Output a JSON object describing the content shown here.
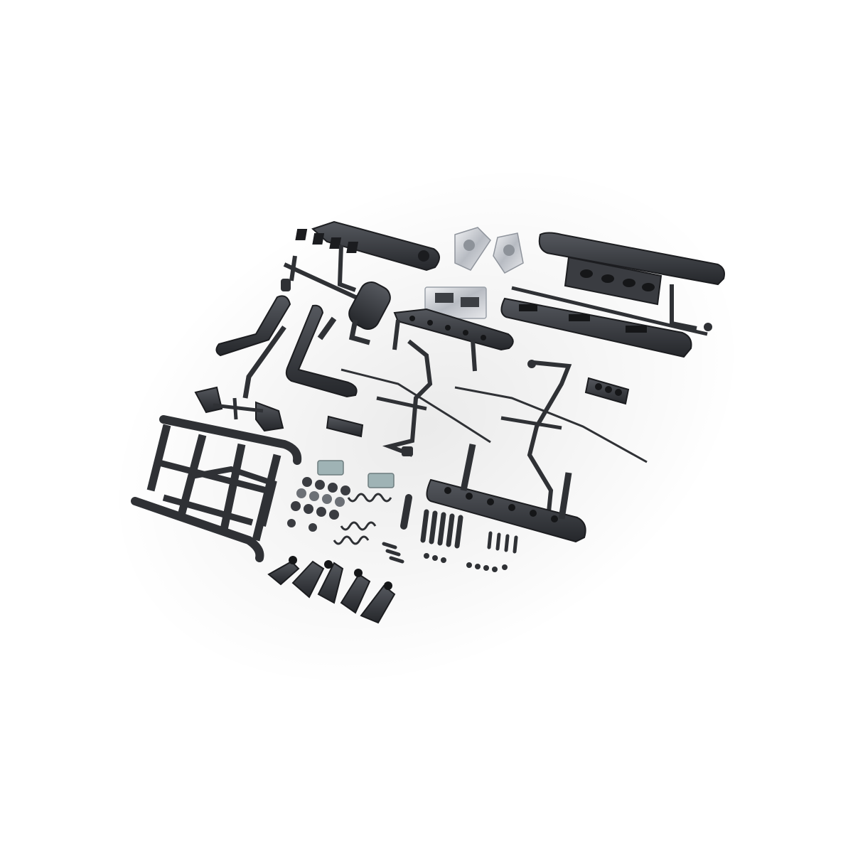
{
  "image": {
    "subject": "rc-car-body-accessory-parts-kit",
    "background_color": "#ffffff",
    "part_color": "#2f3135",
    "part_highlight_color": "#55585e",
    "chrome_color": "#c9ccd2",
    "lens_color": "#9fb3b5"
  },
  "parts": [
    "front-grille-sprue",
    "chrome-hood-latches",
    "front-bumper-with-skid-plate",
    "rear-bumper",
    "light-bucket-pair-chrome",
    "mirror-sprue",
    "snorkel",
    "muffler",
    "roof-light-bar",
    "wiper-sprue-left",
    "wiper-sprue-right",
    "light-pod",
    "roll-cage",
    "rock-slider",
    "lenses",
    "body-clips",
    "screws",
    "body-mount-posts"
  ]
}
